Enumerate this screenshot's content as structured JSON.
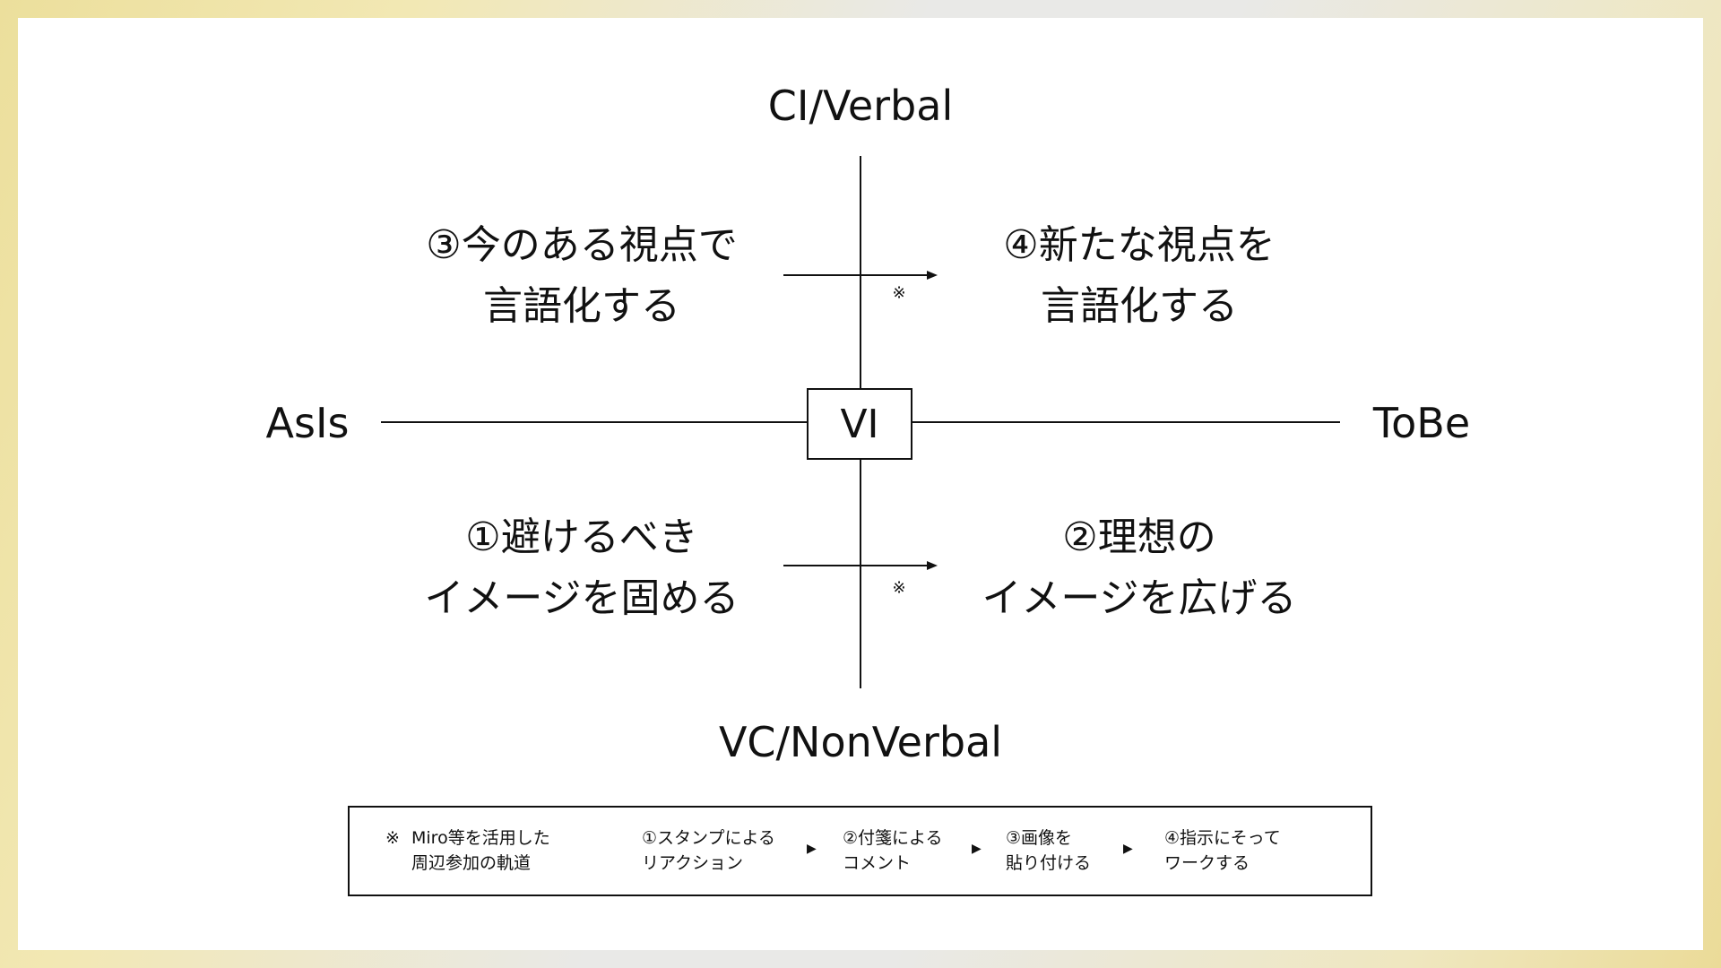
{
  "axes": {
    "top": "CI/Verbal",
    "bottom": "VC/NonVerbal",
    "left": "AsIs",
    "right": "ToBe",
    "center": "VI"
  },
  "quadrants": {
    "top_left": [
      "③今のある視点で",
      "言語化する"
    ],
    "top_right": [
      "④新たな視点を",
      "言語化する"
    ],
    "bottom_left": [
      "①避けるべき",
      "イメージを固める"
    ],
    "bottom_right": [
      "②理想の",
      "イメージを広げる"
    ]
  },
  "arrow_notes": [
    "※",
    "※"
  ],
  "legend": {
    "mark": "※",
    "title": [
      "Miro等を活用した",
      "周辺参加の軌道"
    ],
    "steps": [
      [
        "①スタンプによる",
        "リアクション"
      ],
      [
        "②付箋による",
        "コメント"
      ],
      [
        "③画像を",
        "貼り付ける"
      ],
      [
        "④指示にそって",
        "ワークする"
      ]
    ],
    "arrow": "▶"
  }
}
